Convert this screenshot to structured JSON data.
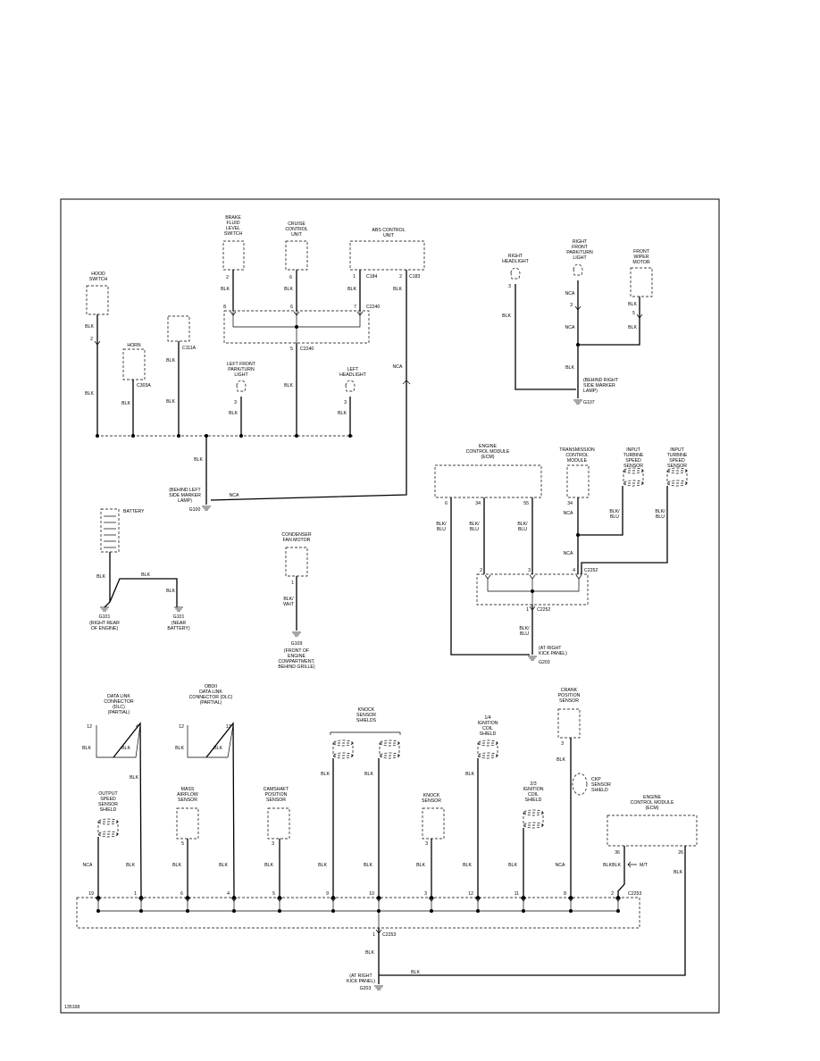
{
  "page": {
    "figure_id": "135168"
  },
  "section_upper_left": {
    "hood_switch": {
      "name": "HOOD\nSWITCH",
      "pin": "2",
      "wire": "BLK",
      "wire2": "BLK"
    },
    "horn_c303a": {
      "name": "HORN",
      "connector": "C303A",
      "wire": "BLK"
    },
    "horn_c111a": {
      "name": "HORN",
      "connector": "C111A",
      "wire": "BLK",
      "wire2": "BLK"
    },
    "brake_fluid_level_switch": {
      "name": "BRAKE\nFLUID\nLEVEL\nSWITCH",
      "pin": "2",
      "wire": "BLK"
    },
    "cruise_control_unit": {
      "name": "CRUISE\nCONTROL\nUNIT",
      "pin": "6",
      "wire": "BLK"
    },
    "abs_control_unit": {
      "name": "ABS CONTROL\nUNIT",
      "pin_left": "1",
      "conn_left": "C184",
      "pin_right": "2",
      "conn_right": "C183",
      "wire": "BLK",
      "wire_right": "BLK",
      "wire_nca": "NCA"
    },
    "connector_c2240": {
      "label": "C2240",
      "pins": [
        "8",
        "6",
        "7"
      ],
      "lower_pin": "5",
      "lower_label": "C2240",
      "wire": "BLK"
    },
    "left_front_park_turn_light": {
      "name": "LEFT FRONT\nPARK/TURN\nLIGHT",
      "pin": "3",
      "wire": "BLK"
    },
    "left_headlight": {
      "name": "LEFT\nHEADLIGHT",
      "pin": "3",
      "wire": "BLK"
    },
    "ground_g100": {
      "wire": "BLK",
      "wire_nca": "NCA",
      "location": "(BEHIND LEFT\nSIDE MARKER\nLAMP)",
      "id": "G100"
    }
  },
  "section_upper_right": {
    "right_headlight": {
      "name": "RIGHT\nHEADLIGHT",
      "pin": "3",
      "wire": "BLK"
    },
    "right_front_park_turn_light": {
      "name": "RIGHT\nFRONT\nPARK/TURN\nLIGHT",
      "pin": "3",
      "wire": "NCA",
      "wire2": "NCA"
    },
    "front_wiper_motor": {
      "name": "FRONT\nWIPER\nMOTOR",
      "pin": "5",
      "wire": "BLK",
      "wire2": "BLK"
    },
    "ground_g107": {
      "wire": "BLK",
      "location": "(BEHIND RIGHT\nSIDE MARKER\nLAMP)",
      "id": "G107"
    }
  },
  "section_middle_left": {
    "battery": {
      "name": "BATTERY",
      "wire": "BLK",
      "wire_top": "BLK",
      "wire_right": "BLK"
    },
    "ground_g101_left": {
      "id": "G101",
      "location": "(RIGHT REAR\nOF ENGINE)"
    },
    "ground_g101_right": {
      "id": "G101",
      "location": "(NEAR\nBATTERY)"
    },
    "condenser_fan_motor": {
      "name": "CONDENSER\nFAN MOTOR",
      "pin": "1",
      "wire": "BLK/\nWHT"
    },
    "ground_g109": {
      "id": "G109",
      "location": "(FRONT OF\nENGINE\nCOMPARTMENT,\nBEHIND GRILLE)"
    }
  },
  "section_middle_right": {
    "ecm": {
      "name": "ENGINE\nCONTROL MODULE\n(ECM)",
      "pins": [
        "6",
        "34",
        "55"
      ],
      "wires": [
        "BLK/\nBLU",
        "BLK/\nBLU",
        "BLK/\nBLU"
      ]
    },
    "transmission_control_module": {
      "name": "TRANSMISSION\nCONTROL\nMODULE",
      "pin": "34",
      "wire": "NCA",
      "wire2": "NCA"
    },
    "input_turbine_speed_sensor_1": {
      "name": "INPUT\nTURBINE\nSPEED\nSENSOR",
      "wire": "BLK/\nBLU"
    },
    "input_turbine_speed_sensor_2": {
      "name": "INPUT\nTURBINE\nSPEED\nSENSOR",
      "wire": "BLK/\nBLU"
    },
    "connector_c2252": {
      "label": "C2252",
      "pins": [
        "2",
        "3",
        "4"
      ],
      "lower_pin": "1",
      "lower_label": "C2252",
      "wire": "BLK/\nBLU"
    },
    "ground_g203_upper": {
      "id": "G203",
      "location": "(AT RIGHT\nKICK PANEL)"
    }
  },
  "section_lower": {
    "dlc_1": {
      "name": "DATA LINK\nCONNECTOR\n(DLC)\n(PARTIAL)",
      "pin_left": "12",
      "pin_right": "4",
      "wire_left": "BLK",
      "wire_mid": "BLK",
      "wire_right": "BLK"
    },
    "dlc_2": {
      "name": "OBDII\nDATA LINK\nCONNECTOR (DLC)\n(PARTIAL)",
      "pin_left": "12",
      "pin_right": "13",
      "wire_left": "BLK",
      "wire_mid": "BLK"
    },
    "knock_sensor_shields": {
      "name": "KNOCK\nSENSOR\nSHIELDS",
      "wire_left": "BLK",
      "wire_right": "BLK"
    },
    "ignition_coil_shield_14": {
      "name": "1/4\nIGNITION\nCOIL\nSHIELD",
      "wire": "BLK"
    },
    "crank_position_sensor": {
      "name": "CRANK\nPOSITION\nSENSOR",
      "pin": "3",
      "wire": "BLK"
    },
    "ckp_sensor_shield": {
      "name": "CKP\nSENSOR\nSHIELD"
    },
    "output_speed_sensor_shield": {
      "name": "OUTPUT\nSPEED\nSENSOR\nSHIELD",
      "wire": "NCA"
    },
    "mass_airflow_sensor": {
      "name": "MASS\nAIRFLOW\nSENSOR",
      "pin": "5",
      "wire": "BLK"
    },
    "camshaft_position_sensor": {
      "name": "CAMSHAFT\nPOSITION\nSENSOR",
      "pin": "3",
      "wire": "BLK"
    },
    "knock_sensor": {
      "name": "KNOCK\nSENSOR",
      "pin": "3",
      "wire": "BLK"
    },
    "ignition_coil_shield_23": {
      "name": "2/3\nIGNITION\nCOIL\nSHIELD",
      "wire": "BLK"
    },
    "ecm_lower": {
      "name": "ENGINE\nCONTROL MODULE\n(ECM)",
      "pin_left": "36",
      "pin_right": "26",
      "wire_left": "BLK",
      "wire_right": "BLK",
      "mt_label": "M/T"
    },
    "connector_c2253": {
      "label": "C2253",
      "pins": [
        "19",
        "1",
        "6",
        "4",
        "5",
        "9",
        "10",
        "3",
        "12",
        "11",
        "8",
        "2"
      ],
      "wires": [
        "NCA",
        "BLK",
        "BLK",
        "BLK",
        "BLK",
        "BLK",
        "BLK",
        "BLK",
        "BLK",
        "BLK",
        "NCA",
        "BLK"
      ],
      "lower_pin": "1",
      "lower_label": "C2253",
      "wire": "BLK"
    },
    "ground_g203_lower": {
      "id": "G203",
      "location": "(AT RIGHT\nKICK PANEL)",
      "wire_right": "BLK"
    }
  }
}
